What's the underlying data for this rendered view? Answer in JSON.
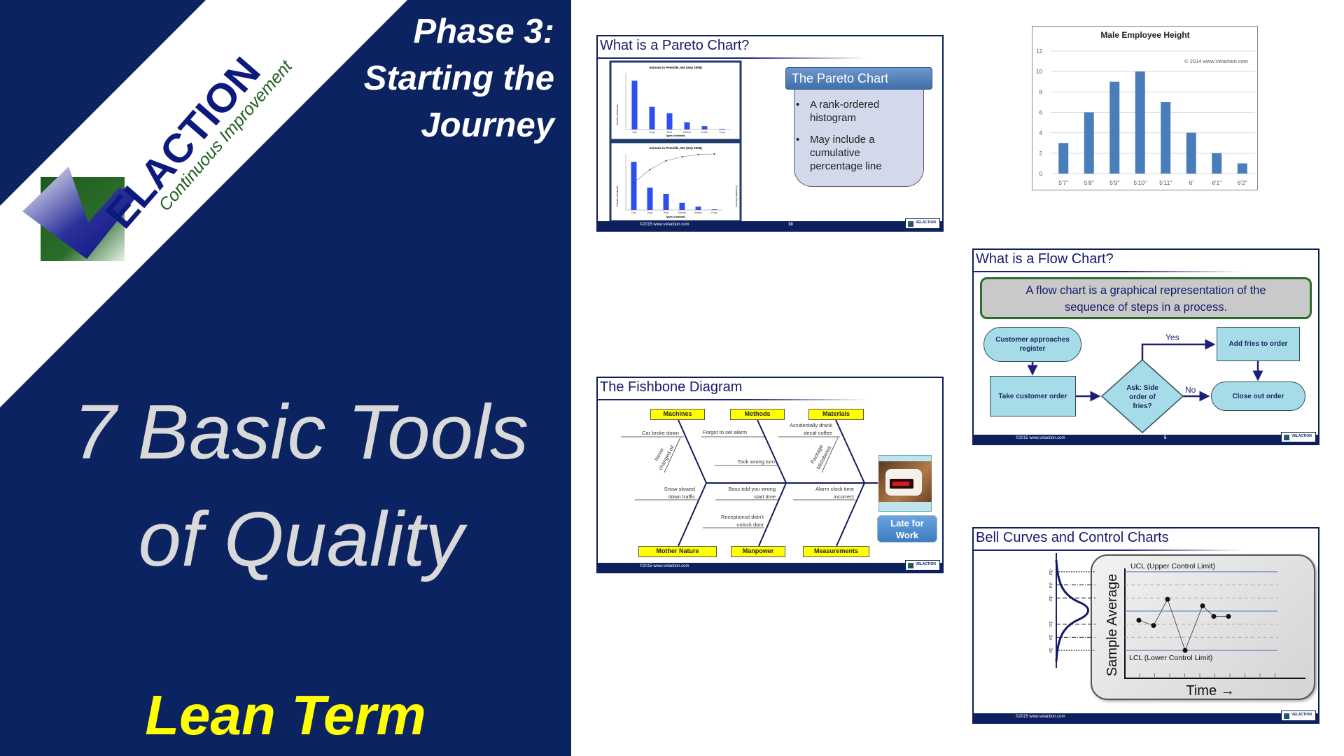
{
  "left_panel": {
    "logo_text": "ELACTION",
    "logo_tagline": "Continuous Improvement",
    "phase_lines": [
      "Phase 3:",
      "Starting the",
      "Journey"
    ],
    "title_lines": [
      "7 Basic Tools",
      "of Quality"
    ],
    "series_label": "Lean Term",
    "colors": {
      "panel": "#0b2361",
      "title": "#d9d9d9",
      "series": "#ffff00"
    }
  },
  "footer": {
    "copyright": "©2015  www.velaction.com",
    "logo": "VELACTION"
  },
  "pareto_slide": {
    "title": "What is a Pareto Chart?",
    "page": "10",
    "box_title": "The Pareto Chart",
    "bullets": [
      [
        "A rank-ordered",
        "histogram"
      ],
      [
        "May include a",
        "cumulative",
        "percentage line"
      ]
    ],
    "mini_chart_title": "Animals in Peteville, WA (Sep 2006)",
    "mini_xlabel": "Types of animals",
    "mini_ylabel": "Number of animals",
    "mini_y2label": "Cumulative Percent"
  },
  "flow_slide": {
    "title": "What is a Flow Chart?",
    "page": "5",
    "definition_lines": [
      "A flow chart is a graphical representation of the",
      "sequence of steps in a process."
    ],
    "nodes": {
      "start": [
        "Customer approaches",
        "register"
      ],
      "take_order": "Take customer order",
      "decision": [
        "Ask: Side",
        "order of",
        "fries?"
      ],
      "add_fries": "Add fries to order",
      "close": "Close out order"
    },
    "yes_label": "Yes",
    "no_label": "No"
  },
  "fishbone_slide": {
    "title": "The Fishbone Diagram",
    "categories_top": [
      "Machines",
      "Methods",
      "Materials"
    ],
    "categories_bottom": [
      "Mother Nature",
      "Manpower",
      "Measurements"
    ],
    "causes": {
      "car": "Car broke down",
      "oil": [
        "Never",
        "changed oil"
      ],
      "alarm": "Forgot to set alarm",
      "turn": "Took wrong turn",
      "decaf": [
        "Accidentally drank",
        "decaf coffee"
      ],
      "package": [
        "Package",
        "Mislabeled"
      ],
      "snow": [
        "Snow slowed",
        "down traffic"
      ],
      "boss": [
        "Boss told you wrong",
        "start time"
      ],
      "receptionist": [
        "Receptionist didn't",
        "unlock door"
      ],
      "clock": [
        "Alarm clock time",
        "incorrect"
      ]
    },
    "effect": [
      "Late for",
      "Work"
    ]
  },
  "bell_slide": {
    "title": "Bell Curves and Control Charts",
    "sigma_labels": [
      "-3σ",
      "-2σ",
      "-1σ",
      "1σ",
      "2σ",
      "3σ"
    ],
    "ucl_label": "UCL (Upper Control Limit)",
    "lcl_label": "LCL (Lower Control Limit)",
    "y_label": "Sample Average",
    "x_label": "Time →",
    "points_sigma": [
      0.7,
      1.1,
      -0.9,
      3.0,
      -0.4,
      0.4,
      0.4
    ]
  },
  "chart_data": [
    {
      "type": "bar",
      "title": "Male Employee Height",
      "annotation": "© 2014 www.Velaction.com",
      "categories": [
        "5'7\"",
        "5'8\"",
        "5'9\"",
        "5'10\"",
        "5'11\"",
        "6'",
        "6'1\"",
        "6'2\""
      ],
      "values": [
        3,
        6,
        9,
        10,
        7,
        4,
        2,
        1
      ],
      "yticks": [
        0,
        2,
        4,
        6,
        8,
        10,
        12
      ],
      "ylim": [
        0,
        12
      ],
      "xlabel": "",
      "ylabel": "",
      "grid": true,
      "color": "#4a7ebb"
    },
    {
      "type": "bar",
      "title": "Animals in Peteville, WA (Sep 2006)",
      "categories": [
        "Cats",
        "Dogs",
        "Birds",
        "Rabbits",
        "Snakes",
        "Frogs"
      ],
      "values": [
        215,
        100,
        72,
        32,
        15,
        3
      ],
      "cumulative_percent": [
        49,
        72,
        88,
        95,
        99,
        100
      ],
      "ylim": [
        0,
        250
      ],
      "xlabel": "Types of animals",
      "ylabel": "Number of animals",
      "color": "#2b4ff0"
    }
  ]
}
